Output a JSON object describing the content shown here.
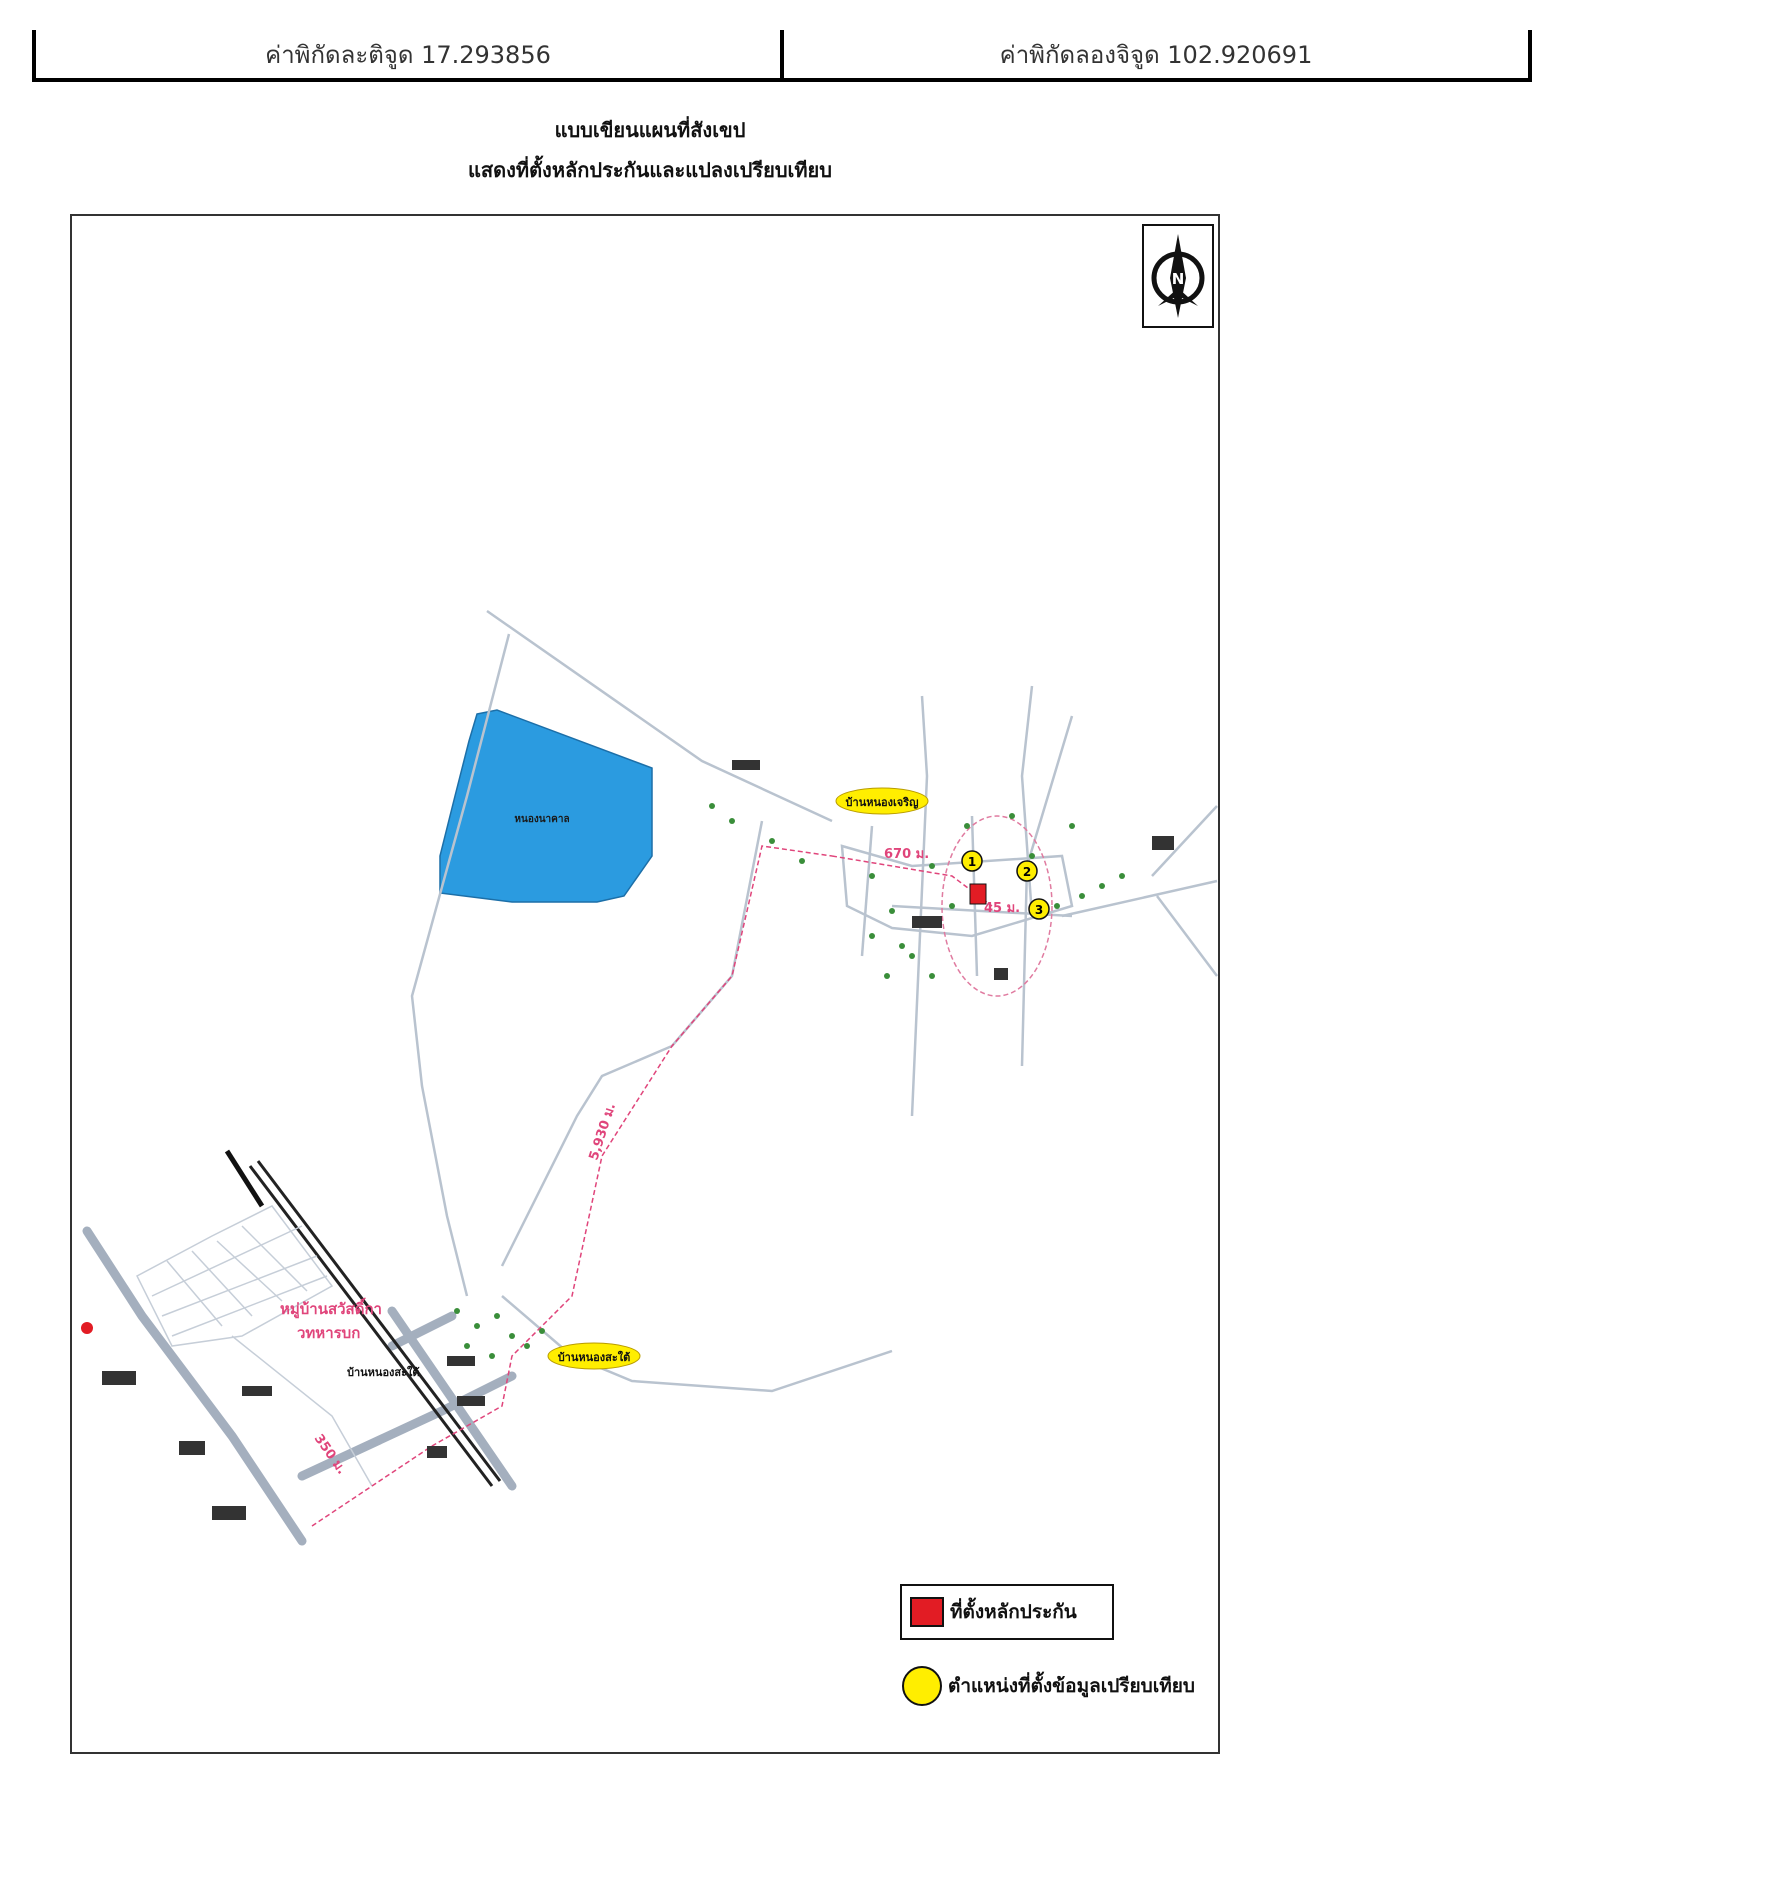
{
  "header": {
    "latitude_label": "ค่าพิกัดละติจูด 17.293856",
    "longitude_label": "ค่าพิกัดลองจิจูด 102.920691"
  },
  "titles": {
    "line1": "แบบเขียนแผนที่สังเขป",
    "line2": "แสดงที่ตั้งหลักประกันและแปลงเปรียบเทียบ"
  },
  "map": {
    "compass_letter": "N",
    "village_labels": {
      "nong_charoen": "บ้านหนองเจริญ",
      "nong_sa_tai": "บ้านหนองสะใต้",
      "nong_sa_tai_plain": "บ้านหนองสะใต้",
      "swatdika": "หมู่บ้านสวัสดิ์กา",
      "military": "วทหารบก"
    },
    "distances": {
      "d670": "670 ม.",
      "d45": "45 ม.",
      "d5930": "5,930 ม.",
      "d350": "350 ม."
    },
    "markers": [
      "1",
      "2",
      "3"
    ],
    "lake_label": "หนองนาคาล",
    "colors": {
      "lake": "#2b9be0",
      "road": "#b9c3cf",
      "route": "#e0457b",
      "collateral": "#e21c24",
      "compare": "#ffee00"
    }
  },
  "legend": {
    "collateral_label": "ที่ตั้งหลักประกัน",
    "compare_label": "ตำแหน่งที่ตั้งข้อมูลเปรียบเทียบ"
  }
}
